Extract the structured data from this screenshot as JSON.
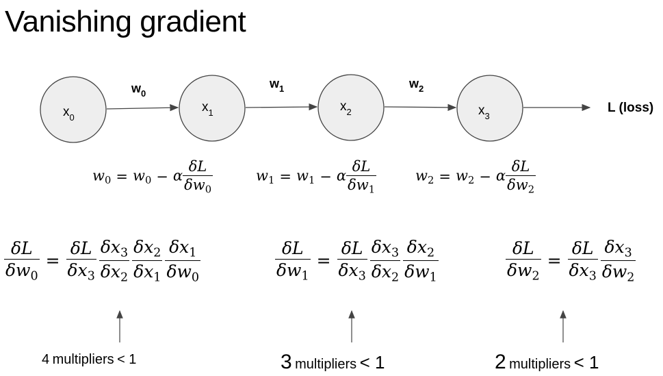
{
  "title": "Vanishing gradient",
  "nodes": [
    {
      "var": "x",
      "sub": "0"
    },
    {
      "var": "x",
      "sub": "1"
    },
    {
      "var": "x",
      "sub": "2"
    },
    {
      "var": "x",
      "sub": "3"
    }
  ],
  "weights": [
    {
      "var": "w",
      "sub": "0"
    },
    {
      "var": "w",
      "sub": "1"
    },
    {
      "var": "w",
      "sub": "2"
    }
  ],
  "loss_label": "L (loss)",
  "updates": [
    {
      "lhs": "w",
      "sub": "0",
      "rhs": "w",
      "minus": "−",
      "alpha": "α",
      "num": "δL",
      "den": "δw"
    },
    {
      "lhs": "w",
      "sub": "1",
      "rhs": "w",
      "minus": "−",
      "alpha": "α",
      "num": "δL",
      "den": "δw"
    },
    {
      "lhs": "w",
      "sub": "2",
      "rhs": "w",
      "minus": "−",
      "alpha": "α",
      "num": "δL",
      "den": "δw"
    }
  ],
  "gradients": [
    {
      "lhs_num": "δL",
      "lhs_den": "δw0",
      "terms": [
        [
          "δL",
          "δx3"
        ],
        [
          "δx3",
          "δx2"
        ],
        [
          "δx2",
          "δx1"
        ],
        [
          "δx1",
          "δw0"
        ]
      ]
    },
    {
      "lhs_num": "δL",
      "lhs_den": "δw1",
      "terms": [
        [
          "δL",
          "δx3"
        ],
        [
          "δx3",
          "δx2"
        ],
        [
          "δx2",
          "δw1"
        ]
      ]
    },
    {
      "lhs_num": "δL",
      "lhs_den": "δw2",
      "terms": [
        [
          "δL",
          "δx3"
        ],
        [
          "δx3",
          "δw2"
        ]
      ]
    }
  ],
  "multipliers": [
    {
      "count": "4",
      "text": "multipliers",
      "cmp": "< 1"
    },
    {
      "count": "3",
      "text": "multipliers",
      "cmp": "< 1"
    },
    {
      "count": "2",
      "text": "multipliers",
      "cmp": "< 1"
    }
  ]
}
